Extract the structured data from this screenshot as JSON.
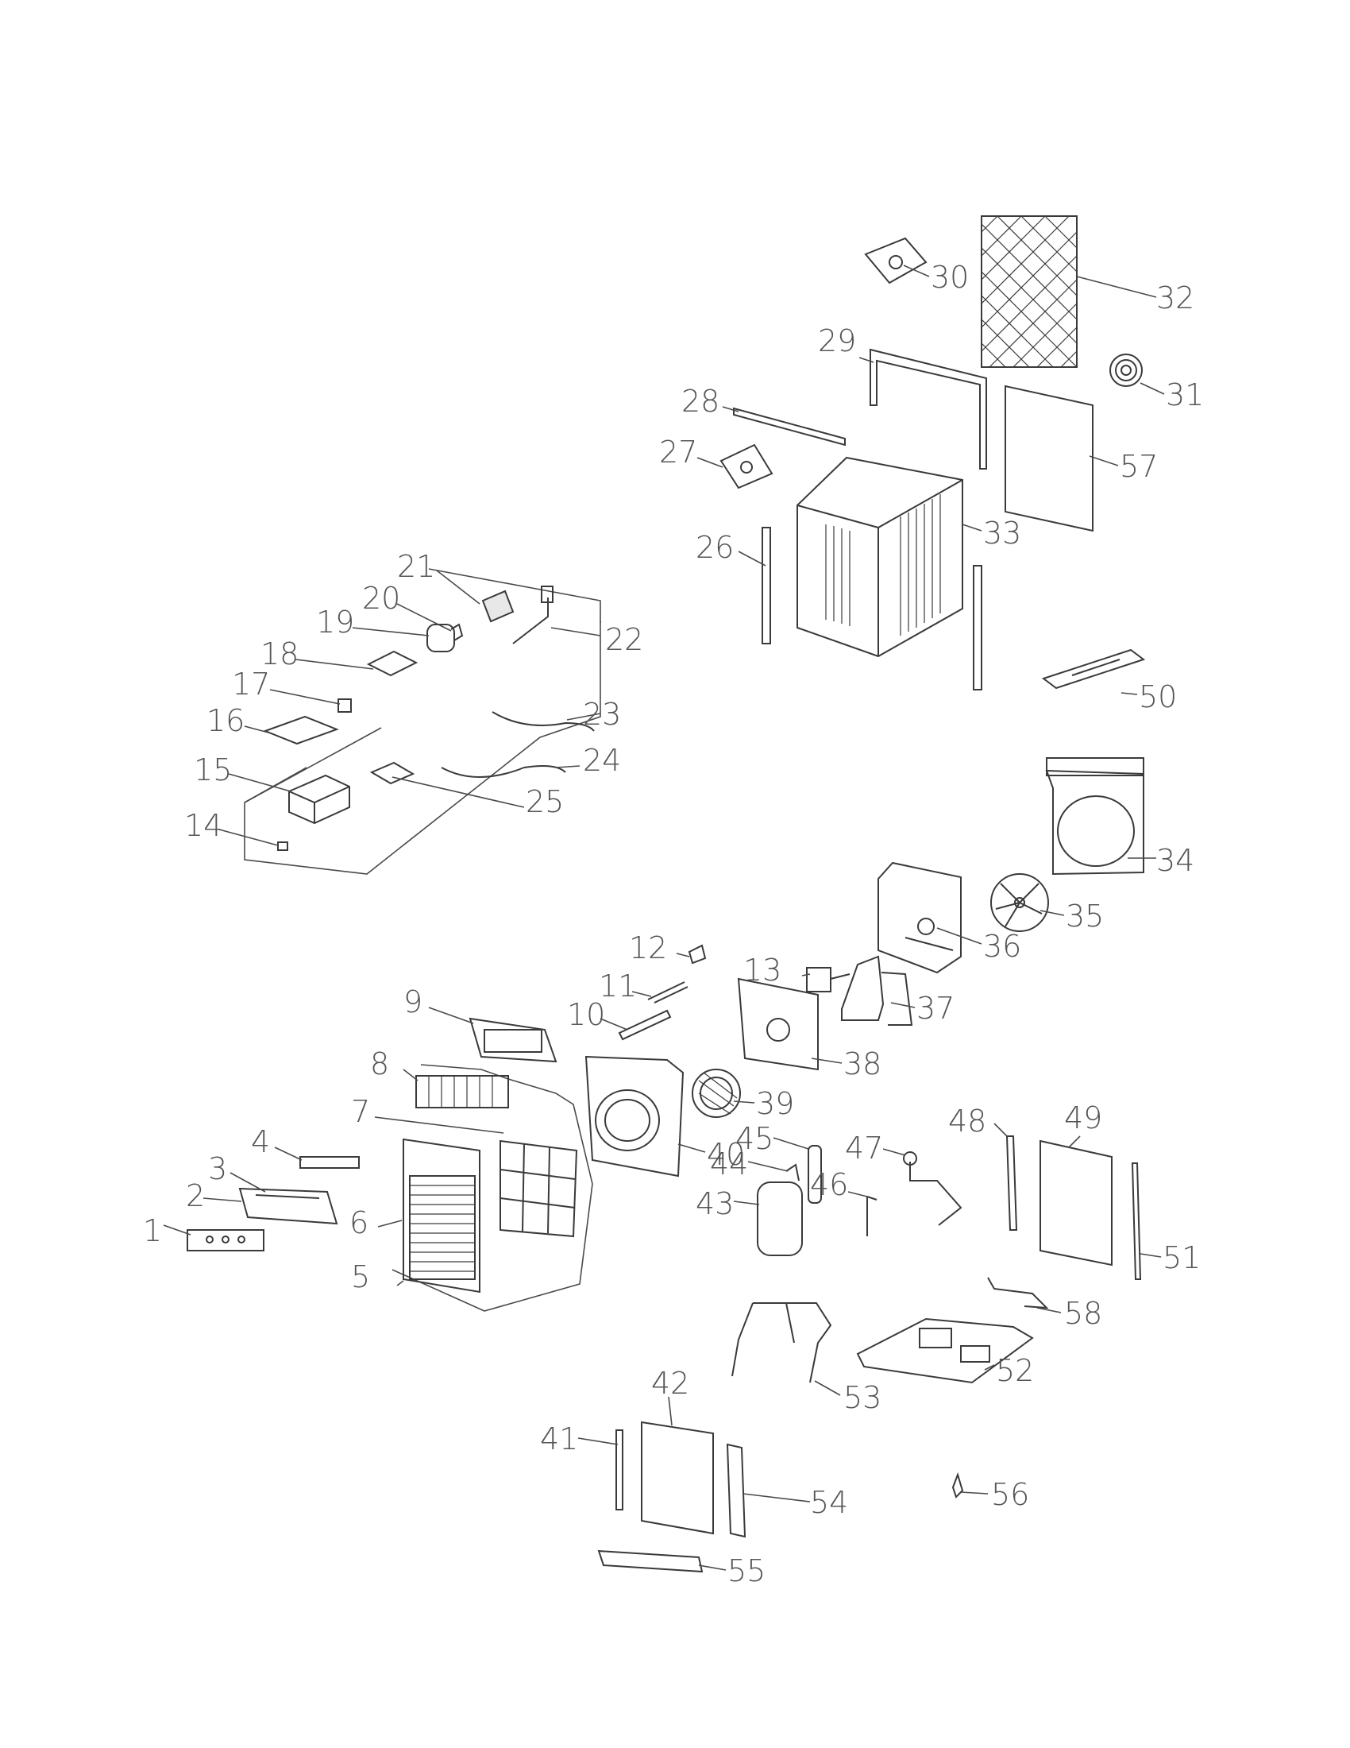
{
  "diagram": {
    "labels": {
      "n1": "1",
      "n2": "2",
      "n3": "3",
      "n4": "4",
      "n5": "5",
      "n6": "6",
      "n7": "7",
      "n8": "8",
      "n9": "9",
      "n10": "10",
      "n11": "11",
      "n12": "12",
      "n13": "13",
      "n14": "14",
      "n15": "15",
      "n16": "16",
      "n17": "17",
      "n18": "18",
      "n19": "19",
      "n20": "20",
      "n21": "21",
      "n22": "22",
      "n23": "23",
      "n24": "24",
      "n25": "25",
      "n26": "26",
      "n27": "27",
      "n28": "28",
      "n29": "29",
      "n30": "30",
      "n31": "31",
      "n32": "32",
      "n33": "33",
      "n34": "34",
      "n35": "35",
      "n36": "36",
      "n37": "37",
      "n38": "38",
      "n39": "39",
      "n40": "40",
      "n41": "41",
      "n42": "42",
      "n43": "43",
      "n44": "44",
      "n45": "45",
      "n46": "46",
      "n47": "47",
      "n48": "48",
      "n49": "49",
      "n50": "50",
      "n51": "51",
      "n52": "52",
      "n53": "53",
      "n54": "54",
      "n55": "55",
      "n56": "56",
      "n57": "57",
      "n58": "58"
    }
  }
}
